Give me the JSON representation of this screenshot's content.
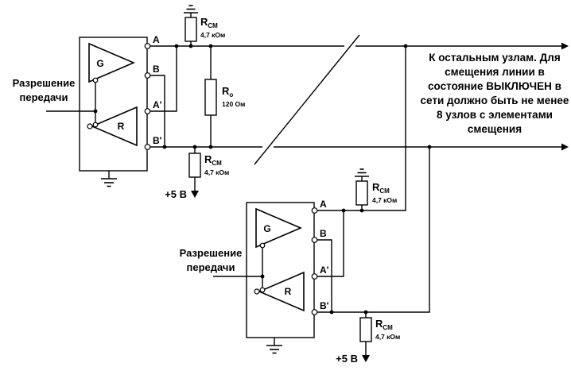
{
  "note": [
    "К остальным узлам. Для",
    "смещения линии в",
    "состояние ВЫКЛЮЧЕН в",
    "сети должно быть не менее",
    "8 узлов с элементами",
    "смещения"
  ],
  "t1": {
    "enable_line1": "Разрешение",
    "enable_line2": "передачи",
    "driver": "G",
    "receiver": "R",
    "pins": [
      "A",
      "B",
      "A'",
      "B'"
    ]
  },
  "t2": {
    "enable_line1": "Разрешение",
    "enable_line2": "передачи",
    "driver": "G",
    "receiver": "R",
    "pins": [
      "A",
      "B",
      "A'",
      "B'"
    ]
  },
  "res": {
    "top1": {
      "name": "R",
      "sub": "СМ",
      "val": "4,7 кОм"
    },
    "term": {
      "name": "R",
      "sub": "о",
      "val": "120 Ом"
    },
    "bot1": {
      "name": "R",
      "sub": "СМ",
      "val": "4,7 кОм"
    },
    "top2": {
      "name": "R",
      "sub": "СМ",
      "val": "4,7 кОм"
    },
    "bot2": {
      "name": "R",
      "sub": "СМ",
      "val": "4,7 кОм"
    }
  },
  "pwr1": "+5 В",
  "pwr2": "+5 В",
  "colors": {
    "line": "#000000",
    "background": "#ffffff"
  }
}
